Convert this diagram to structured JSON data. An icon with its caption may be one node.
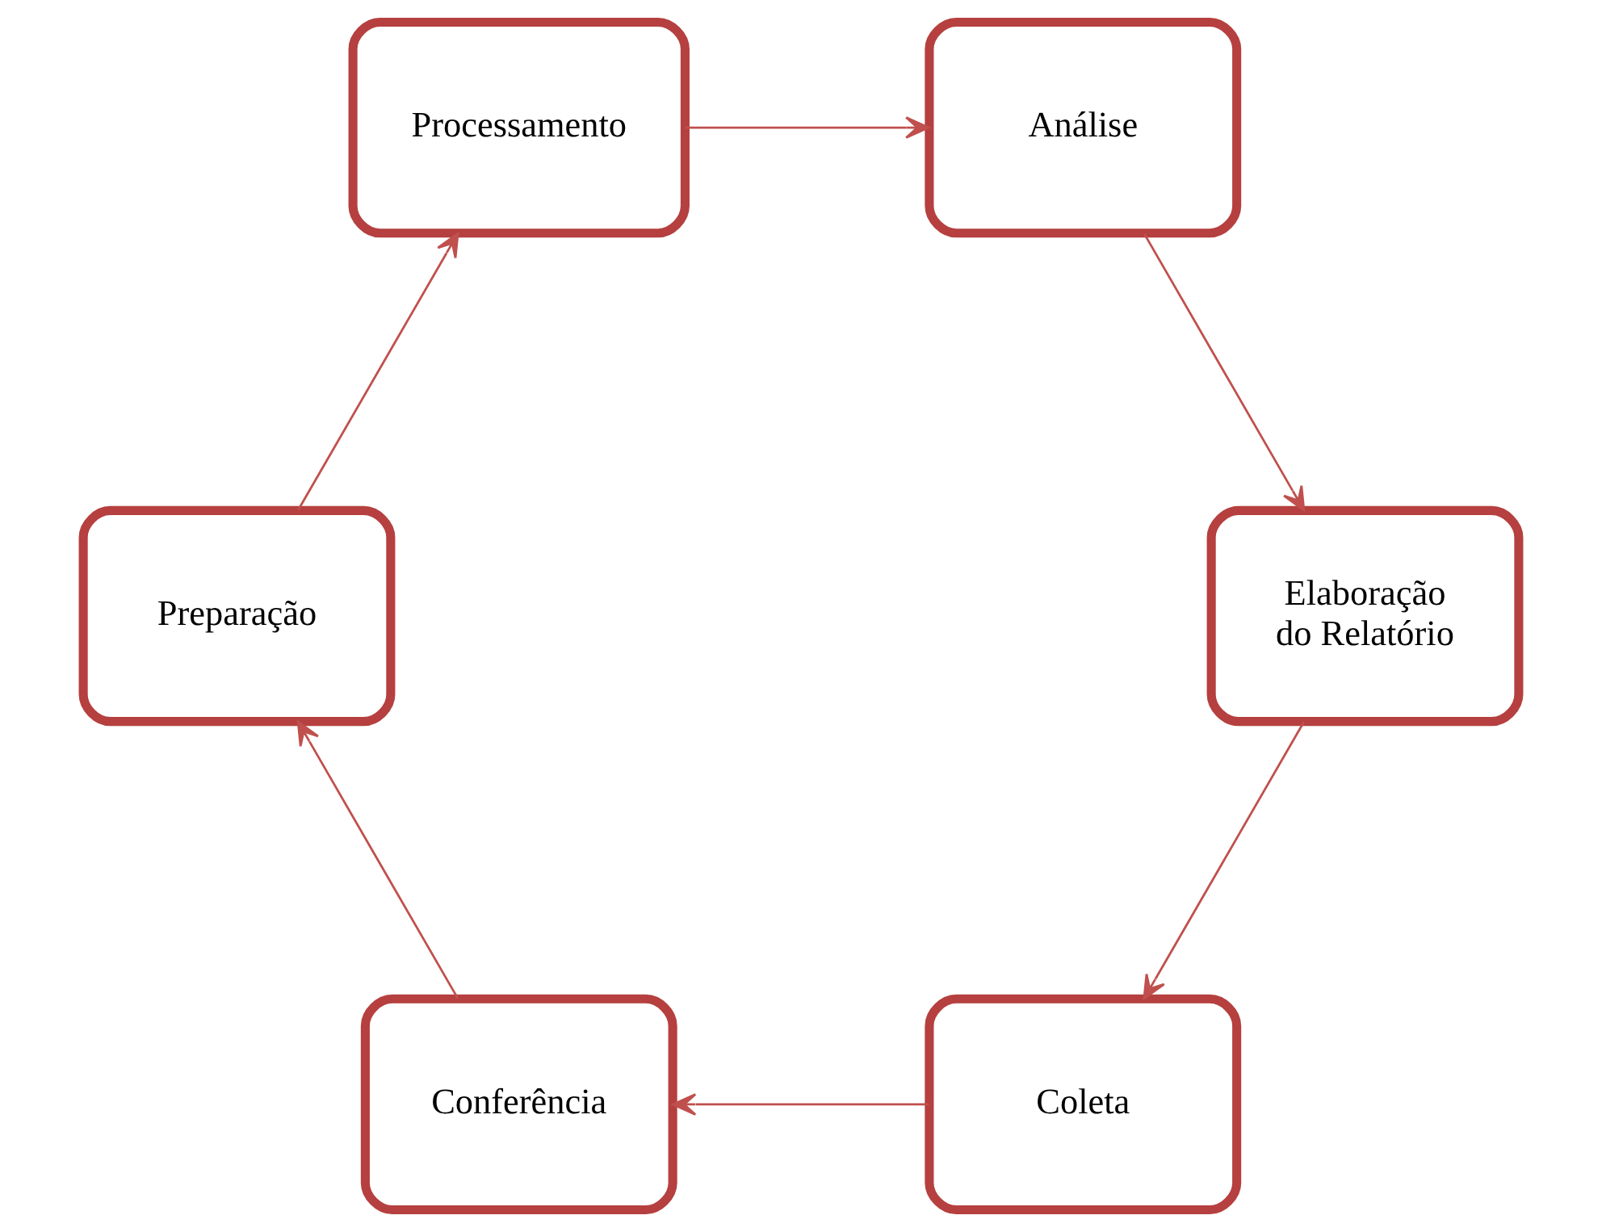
{
  "diagram": {
    "nodes": [
      {
        "text": [
          "Coleta"
        ]
      },
      {
        "text": [
          "Conferência"
        ]
      },
      {
        "text": [
          "Preparação"
        ]
      },
      {
        "text": [
          "Processamento"
        ]
      },
      {
        "text": [
          "Análise"
        ]
      },
      {
        "text": [
          "Elaboração do Relatório"
        ]
      }
    ],
    "edges": [
      {
        "from": 0,
        "to": 1,
        "arrow": "to"
      },
      {
        "from": 1,
        "to": 2,
        "arrow": "to"
      },
      {
        "from": 2,
        "to": 3,
        "arrow": "to"
      },
      {
        "from": 3,
        "to": 4,
        "arrow": "to"
      },
      {
        "from": 4,
        "to": 5,
        "arrow": "to"
      },
      {
        "from": 5,
        "to": 0,
        "arrow": "to"
      }
    ]
  }
}
